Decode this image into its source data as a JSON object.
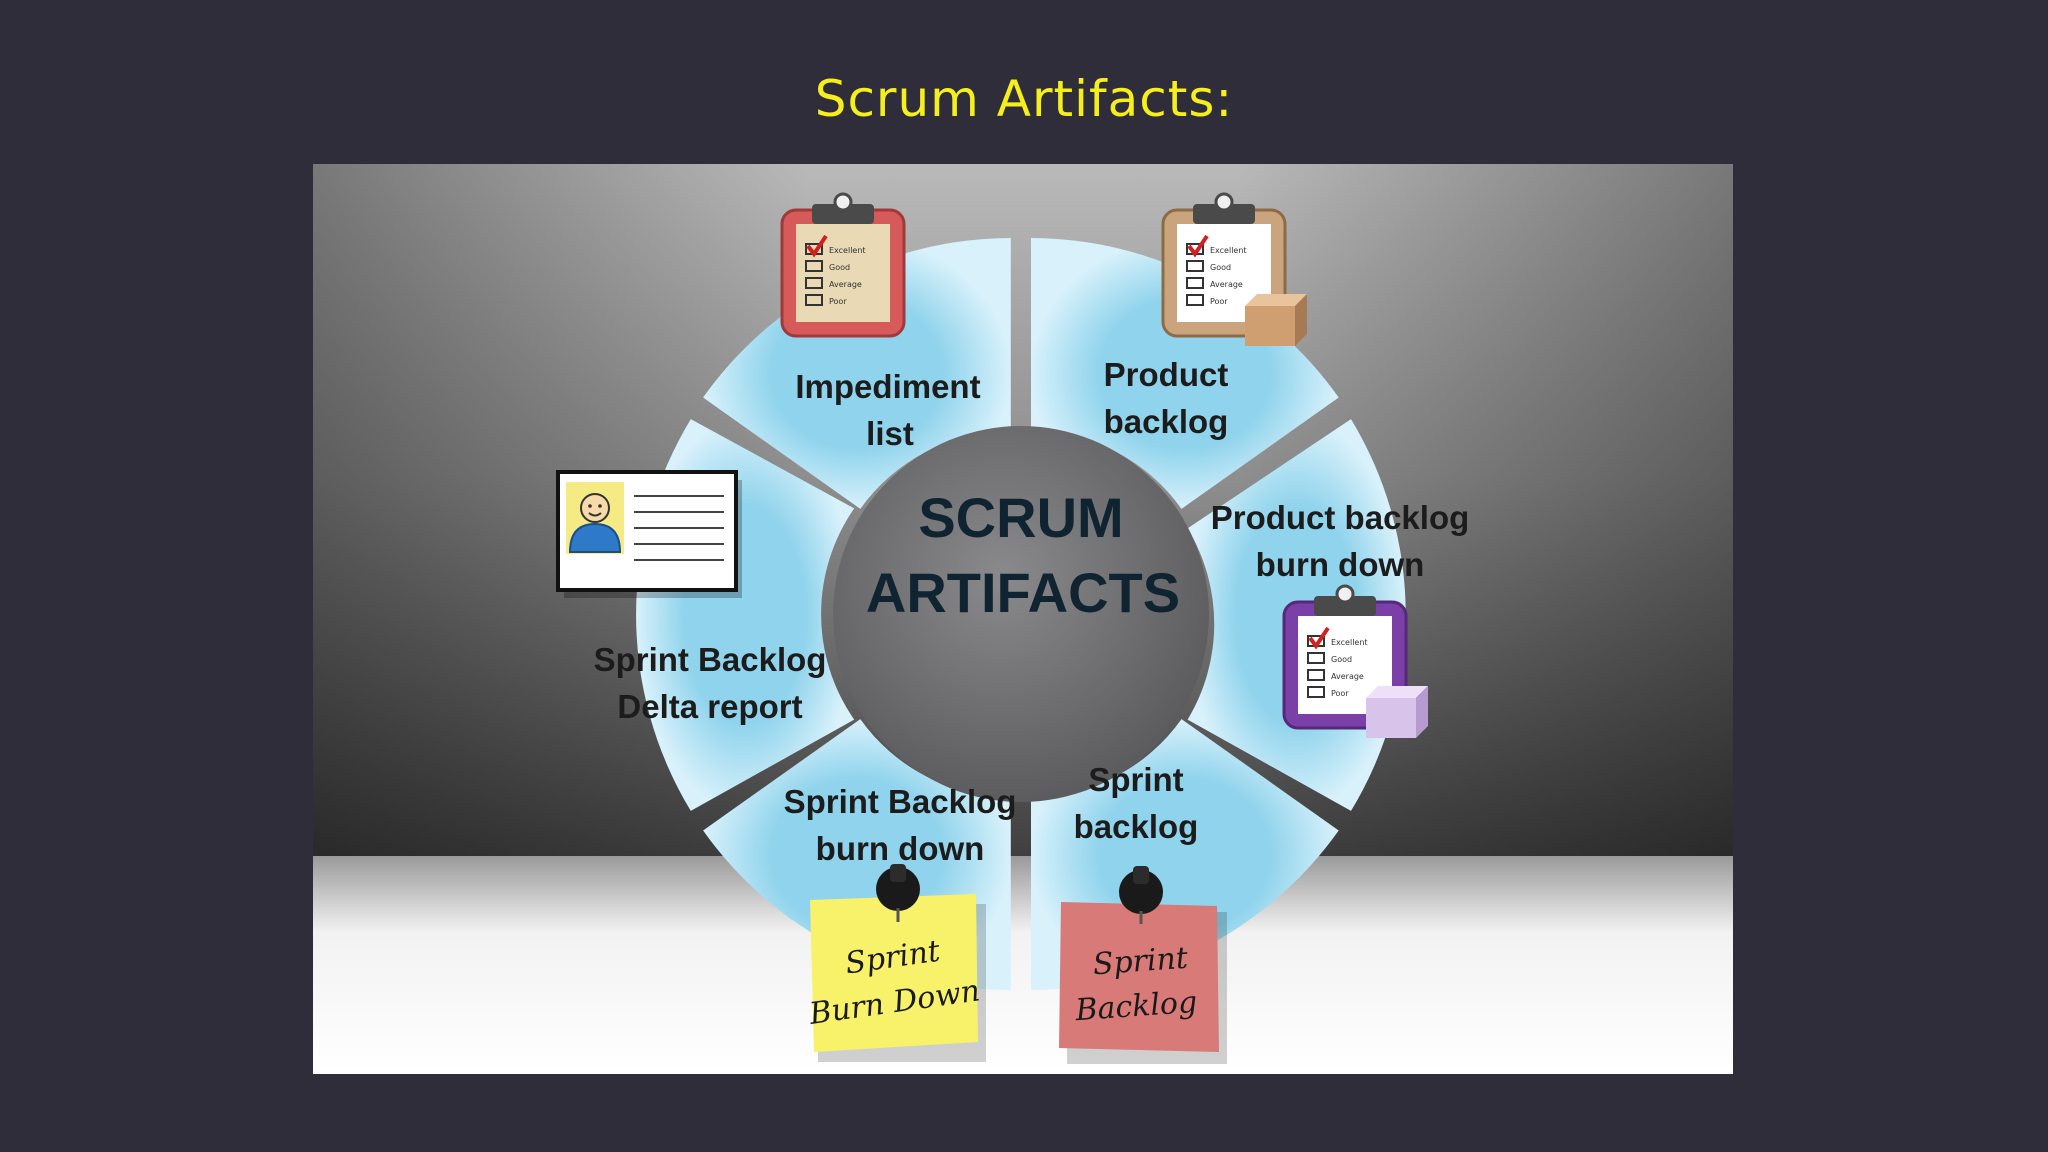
{
  "slide": {
    "title": "Scrum Artifacts:",
    "colors": {
      "background": "#2f2d3a",
      "title": "#f5ef1c",
      "segment": "#bfe6f5",
      "hub": "#6e6e70"
    }
  },
  "diagram": {
    "center": {
      "line1": "SCRUM",
      "line2": "ARTIFACTS"
    },
    "segments": [
      {
        "id": "impediment-list",
        "lines": [
          "Impediment",
          "list"
        ]
      },
      {
        "id": "product-backlog",
        "lines": [
          "Product",
          "backlog"
        ]
      },
      {
        "id": "product-backlog-burn-down",
        "lines": [
          "Product backlog",
          "burn down"
        ]
      },
      {
        "id": "sprint-backlog",
        "lines": [
          "Sprint",
          "backlog"
        ]
      },
      {
        "id": "sprint-backlog-burn-down",
        "lines": [
          "Sprint Backlog",
          "burn down"
        ]
      },
      {
        "id": "sprint-backlog-delta-report",
        "lines": [
          "Sprint Backlog",
          "Delta report"
        ]
      }
    ],
    "clipboard_items": [
      "Excellent",
      "Good",
      "Average",
      "Poor"
    ],
    "notes": {
      "yellow": [
        "Sprint",
        "Burn Down"
      ],
      "red": [
        "Sprint",
        "Backlog"
      ]
    },
    "icons": [
      "clipboard-red-icon",
      "clipboard-tan-icon",
      "clipboard-purple-icon",
      "id-card-icon",
      "pushpin-icon",
      "sticky-note-icon"
    ]
  }
}
